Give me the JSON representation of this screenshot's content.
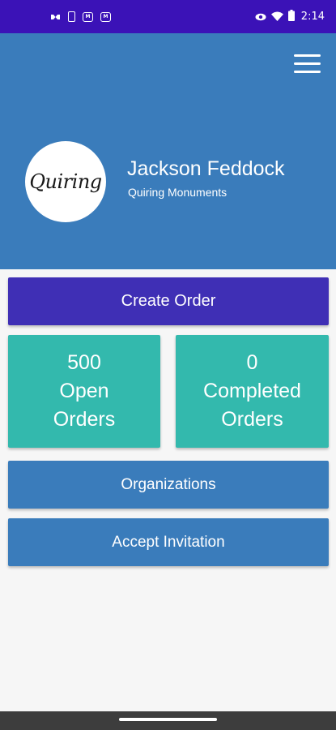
{
  "status_bar": {
    "time": "2:14",
    "left_icons": [
      "infinity-icon",
      "phone-icon",
      "gmail-icon",
      "gmail-icon"
    ],
    "right_icons": [
      "eye-icon",
      "wifi-icon",
      "battery-icon"
    ],
    "background": "#3b12b7"
  },
  "header": {
    "background": "#3a7cbb",
    "avatar_logo_text": "Quiring",
    "user_name": "Jackson Feddock",
    "company": "Quiring Monuments"
  },
  "actions": {
    "create_order_label": "Create Order",
    "organizations_label": "Organizations",
    "accept_invitation_label": "Accept Invitation"
  },
  "stats": {
    "open": {
      "count": "500",
      "line1": "Open",
      "line2": "Orders"
    },
    "completed": {
      "count": "0",
      "line1": "Completed",
      "line2": "Orders"
    }
  },
  "colors": {
    "create_order": "#3f2fb5",
    "stat_tile": "#33b9ad",
    "nav_button": "#3a7cbb"
  }
}
